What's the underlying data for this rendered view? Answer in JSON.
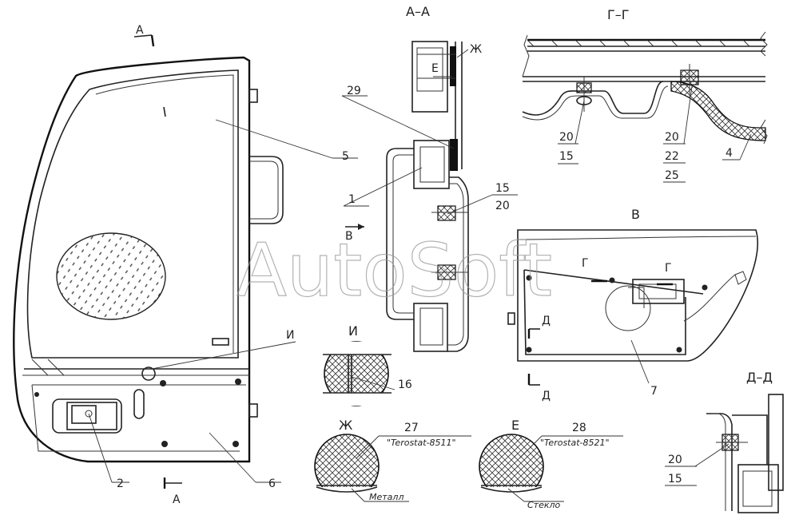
{
  "sections": {
    "aa_title": "А–А",
    "gg_title": "Г–Г",
    "dd_title": "Д–Д",
    "view_b": "В",
    "detail_i": "И",
    "detail_zh": "Ж",
    "detail_e": "Е"
  },
  "cut_marks": {
    "a_top": "А",
    "a_bottom": "А",
    "i_callout": "И",
    "e_callout": "Е",
    "zh_callout": "Ж",
    "b_arrow": "В",
    "g_left": "Г",
    "g_right": "Г",
    "d_top": "Д",
    "d_bottom": "Д"
  },
  "parts": {
    "p1": "1",
    "p2": "2",
    "p4": "4",
    "p5": "5",
    "p6": "6",
    "p7": "7",
    "p15_aa": "15",
    "p20_aa": "20",
    "p29": "29",
    "p16": "16",
    "p27": "27",
    "p28": "28",
    "p20_g1": "20",
    "p15_g1": "15",
    "p20_g2": "20",
    "p22_g2": "22",
    "p25_g2": "25",
    "p20_d": "20",
    "p15_d": "15"
  },
  "materials": {
    "terostat_8511": "\"Terostat-8511\"",
    "terostat_8521": "\"Terostat-8521\"",
    "metal": "Металл",
    "glass": "Стекло"
  },
  "watermark": "AutoSoft"
}
